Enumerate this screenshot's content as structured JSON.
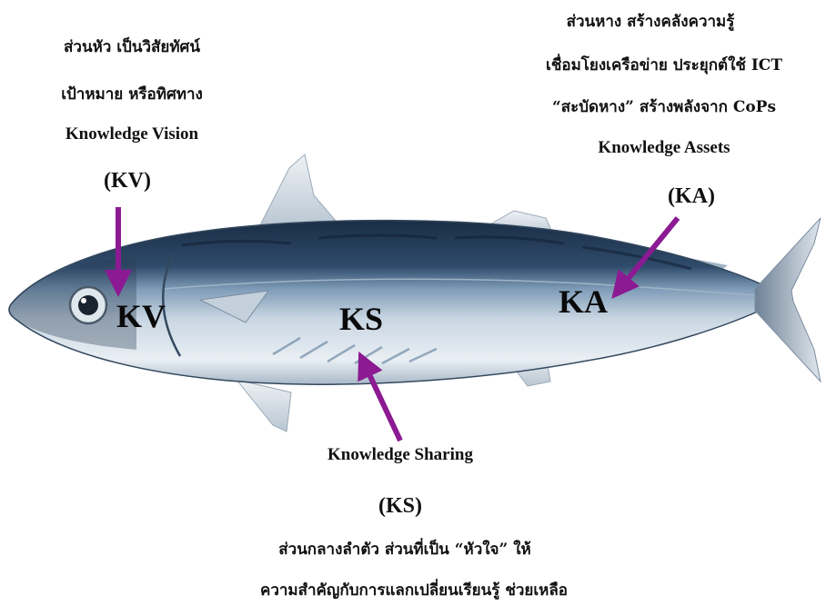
{
  "head": {
    "line1": "ส่วนหัว เป็นวิสัยทัศน์",
    "line2": "เป้าหมาย หรือทิศทาง",
    "label_en": "Knowledge Vision",
    "abbr": "(KV)"
  },
  "tail": {
    "line1": "ส่วนหาง สร้างคลังความรู้",
    "line2": "เชื่อมโยงเครือข่าย ประยุกต์ใช้ ICT",
    "line3": "“สะบัดหาง” สร้างพลังจาก CoPs",
    "label_en": "Knowledge Assets",
    "abbr": "(KA)"
  },
  "body": {
    "label_en": "Knowledge Sharing",
    "abbr": "(KS)",
    "line1": "ส่วนกลางลำตัว ส่วนที่เป็น “หัวใจ” ให้",
    "line2": "ความสำคัญกับการแลกเปลี่ยนเรียนรู้ ช่วยเหลือ"
  },
  "fish_labels": {
    "kv": "KV",
    "ks": "KS",
    "ka": "KA"
  },
  "colors": {
    "arrow": "#8b1a93",
    "fish_back": "#1e3550",
    "fish_mid": "#5f7f9e",
    "fish_belly": "#e6edf3"
  }
}
